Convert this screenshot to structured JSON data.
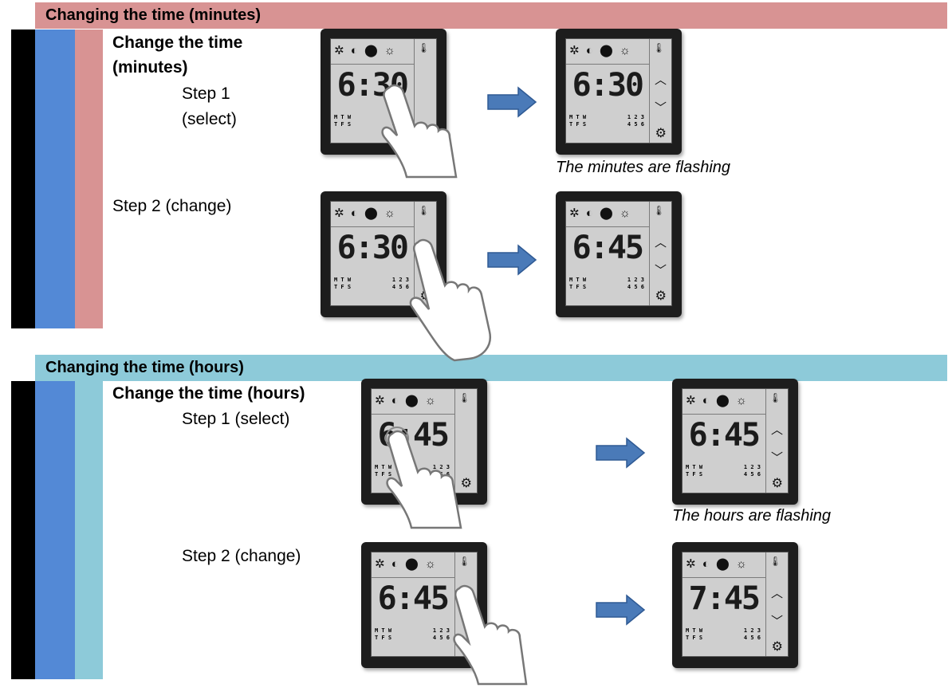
{
  "sections": {
    "minutes": {
      "title": "Changing the time (minutes)",
      "heading_line1": "Change the time",
      "heading_line2": "(minutes)",
      "step1_line1": "Step 1",
      "step1_line2": "(select)",
      "step2": "Step 2 (change)",
      "caption": "The minutes are flashing",
      "times": [
        "6:30",
        "6:30",
        "6:30",
        "6:45"
      ]
    },
    "hours": {
      "title": "Changing the time (hours)",
      "heading": "Change the time (hours)",
      "step1": "Step 1 (select)",
      "step2": "Step 2 (change)",
      "caption": "The hours are flashing",
      "times": [
        "6:45",
        "6:45",
        "6:45",
        "7:45"
      ]
    }
  },
  "device": {
    "mode_icons": "✲ ◐ ⬤ ☼",
    "thermometer": "🌡",
    "days_line1": "M T W",
    "days_line2": "T F S",
    "nums_line1": "1 2 3",
    "nums_line2": "4 5 6",
    "up": "︿",
    "down": "﹀",
    "gear": "⚙"
  },
  "colors": {
    "minutes_bar": "#d89393",
    "hours_bar": "#8dcad9",
    "blue_strip": "#5389d6",
    "arrow": "#4a7ab8"
  }
}
